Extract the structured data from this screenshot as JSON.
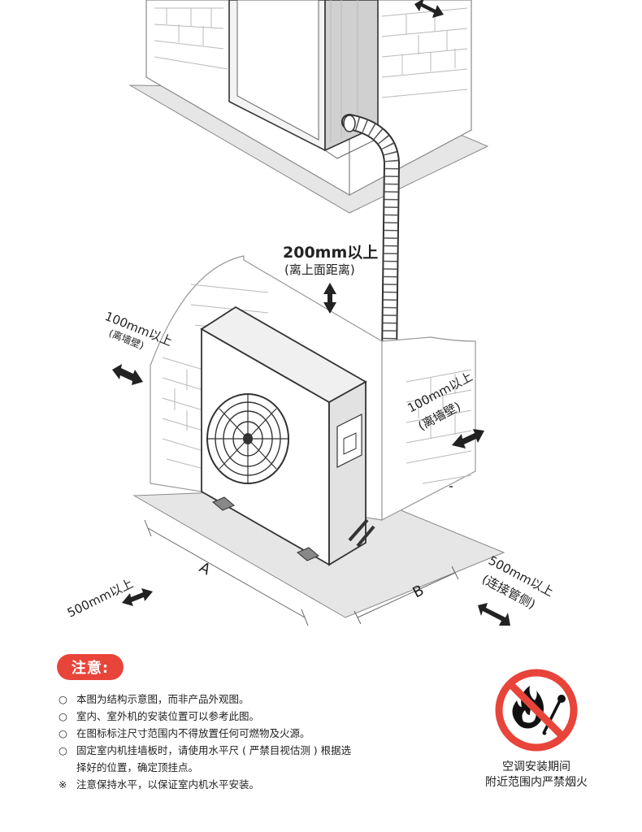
{
  "diagram": {
    "label_top_clearance_line1": "200mm以上",
    "label_top_clearance_line2": "(离上面距离)",
    "label_left_wall_line1": "100mm以上",
    "label_left_wall_line2": "(离墙壁)",
    "label_right_wall_line1": "100mm以上",
    "label_right_wall_line2": "(离墙壁)",
    "label_front": "500mm以上",
    "label_pipe_side_line1": "500mm以上",
    "label_pipe_side_line2": "(连接管侧)",
    "dim_a": "A",
    "dim_b": "B"
  },
  "notice": {
    "title": "注意:",
    "items": [
      {
        "marker": "○",
        "text": "本图为结构示意图，而非产品外观图。"
      },
      {
        "marker": "○",
        "text": "室内、室外机的安装位置可以参考此图。"
      },
      {
        "marker": "○",
        "text": "在图标标注尺寸范围内不得放置任何可燃物及火源。"
      },
      {
        "marker": "○",
        "text": "固定室内机挂墙板时，请使用水平尺 ( 严禁目视估测 ) 根据选"
      },
      {
        "marker": "",
        "text": "择好的位置，确定顶挂点。"
      },
      {
        "marker": "※",
        "text": "注意保持水平，以保证室内机水平安装。"
      }
    ]
  },
  "warning": {
    "icon": "no-fire-icon",
    "caption_line1": "空调安装期间",
    "caption_line2": "附近范围内严禁烟火",
    "sign_color": "#e8443a"
  }
}
